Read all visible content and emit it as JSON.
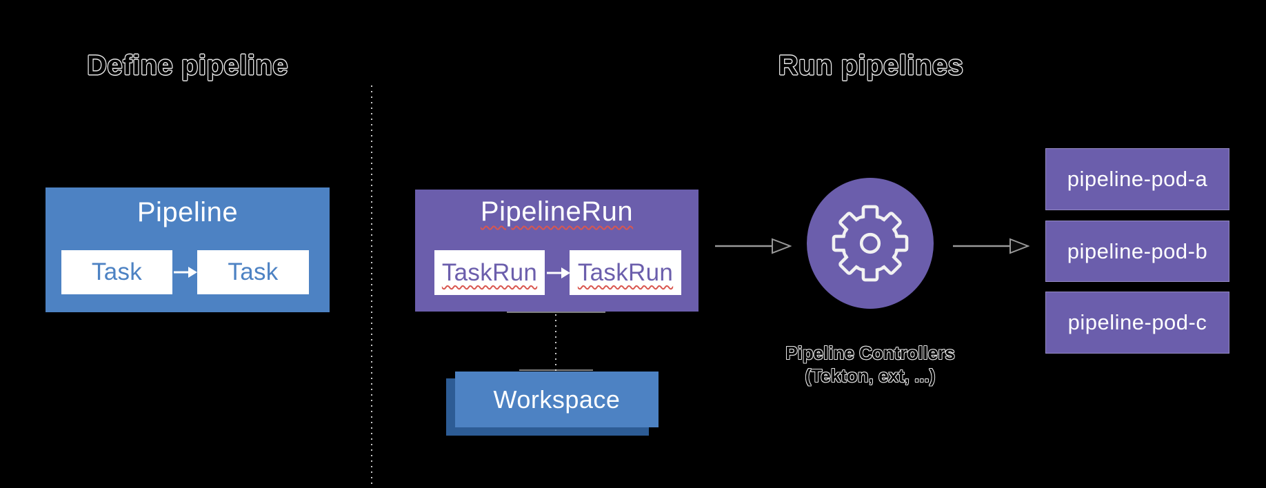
{
  "sections": {
    "define": {
      "title": "Define pipeline"
    },
    "run": {
      "title": "Run pipelines"
    }
  },
  "pipeline_box": {
    "label": "Pipeline",
    "tasks": [
      "Task",
      "Task"
    ]
  },
  "pipelinerun_box": {
    "label": "PipelineRun",
    "taskruns": [
      "TaskRun",
      "TaskRun"
    ]
  },
  "workspace_box": {
    "label": "Workspace"
  },
  "controllers": {
    "icon": "gear-icon",
    "caption_line1": "Pipeline Controllers",
    "caption_line2": "(Tekton, ext, ...)"
  },
  "pods": [
    "pipeline-pod-a",
    "pipeline-pod-b",
    "pipeline-pod-c"
  ],
  "colors": {
    "background": "#000000",
    "blue": "#4d82c3",
    "blue_shadow": "#2d5c95",
    "purple": "#6b5eac",
    "squiggle_red": "#d95750",
    "arrow_gray": "#9a9a9a",
    "dotted_line": "#cccccc",
    "box_text": "#ffffff"
  }
}
